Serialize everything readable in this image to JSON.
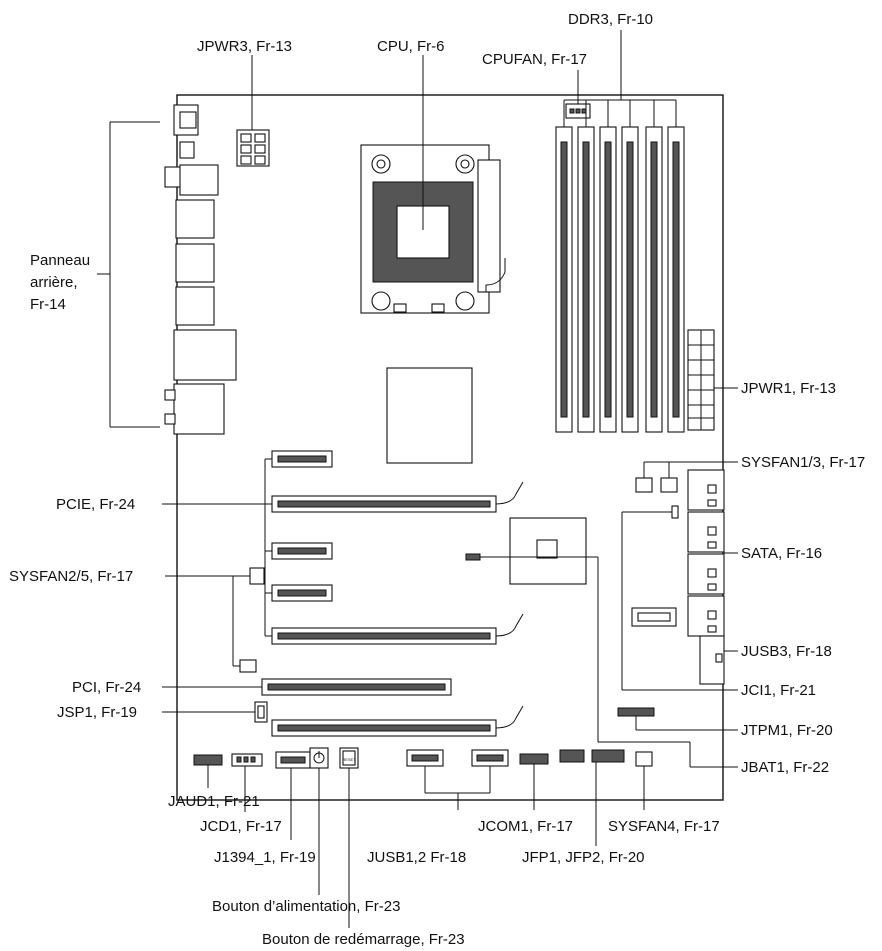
{
  "labels": {
    "ddr3": "DDR3, Fr-10",
    "jpwr3": "JPWR3, Fr-13",
    "cpu": "CPU, Fr-6",
    "cpufan": "CPUFAN, Fr-17",
    "rear_panel_1": "Panneau",
    "rear_panel_2": "arrière,",
    "rear_panel_3": "Fr-14",
    "jpwr1": "JPWR1, Fr-13",
    "sysfan13": "SYSFAN1/3, Fr-17",
    "pcie": "PCIE, Fr-24",
    "sata": "SATA, Fr-16",
    "sysfan25": "SYSFAN2/5, Fr-17",
    "jusb3": "JUSB3, Fr-18",
    "pci": "PCI, Fr-24",
    "jci1": "JCI1, Fr-21",
    "jsp1": "JSP1, Fr-19",
    "jtpm1": "JTPM1, Fr-20",
    "jbat1": "JBAT1, Fr-22",
    "jaud1": "JAUD1, Fr-21",
    "jcom1": "JCOM1, Fr-17",
    "sysfan4": "SYSFAN4, Fr-17",
    "jcd1": "JCD1, Fr-17",
    "j1394": "J1394_1, Fr-19",
    "jusb12": "JUSB1,2 Fr-18",
    "jfp": "JFP1, JFP2, Fr-20",
    "power_button": "Bouton d’alimentation, Fr-23",
    "reset_button": "Bouton de redémarrage, Fr-23",
    "reset_key": "RESET"
  }
}
